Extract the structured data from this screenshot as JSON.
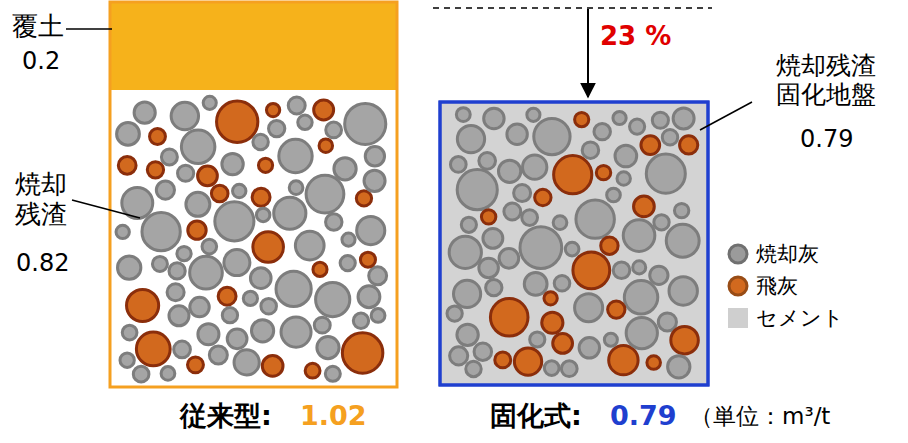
{
  "diagram": {
    "labels": [
      "覆土",
      "0.2",
      "焼却 残渣",
      "0.82",
      "23 %",
      "焼却残渣 固化地盤",
      "0.79",
      "従来型:",
      "1.02",
      "固化式:",
      "0.79",
      "（単位：m³/t"
    ],
    "legend": [
      {
        "text": "焼却灰",
        "color": "#9b9b9b"
      },
      {
        "text": "飛灰",
        "color": "#d2691e"
      },
      {
        "text": "セメント",
        "color": "#cfcfcf"
      }
    ]
  }
}
